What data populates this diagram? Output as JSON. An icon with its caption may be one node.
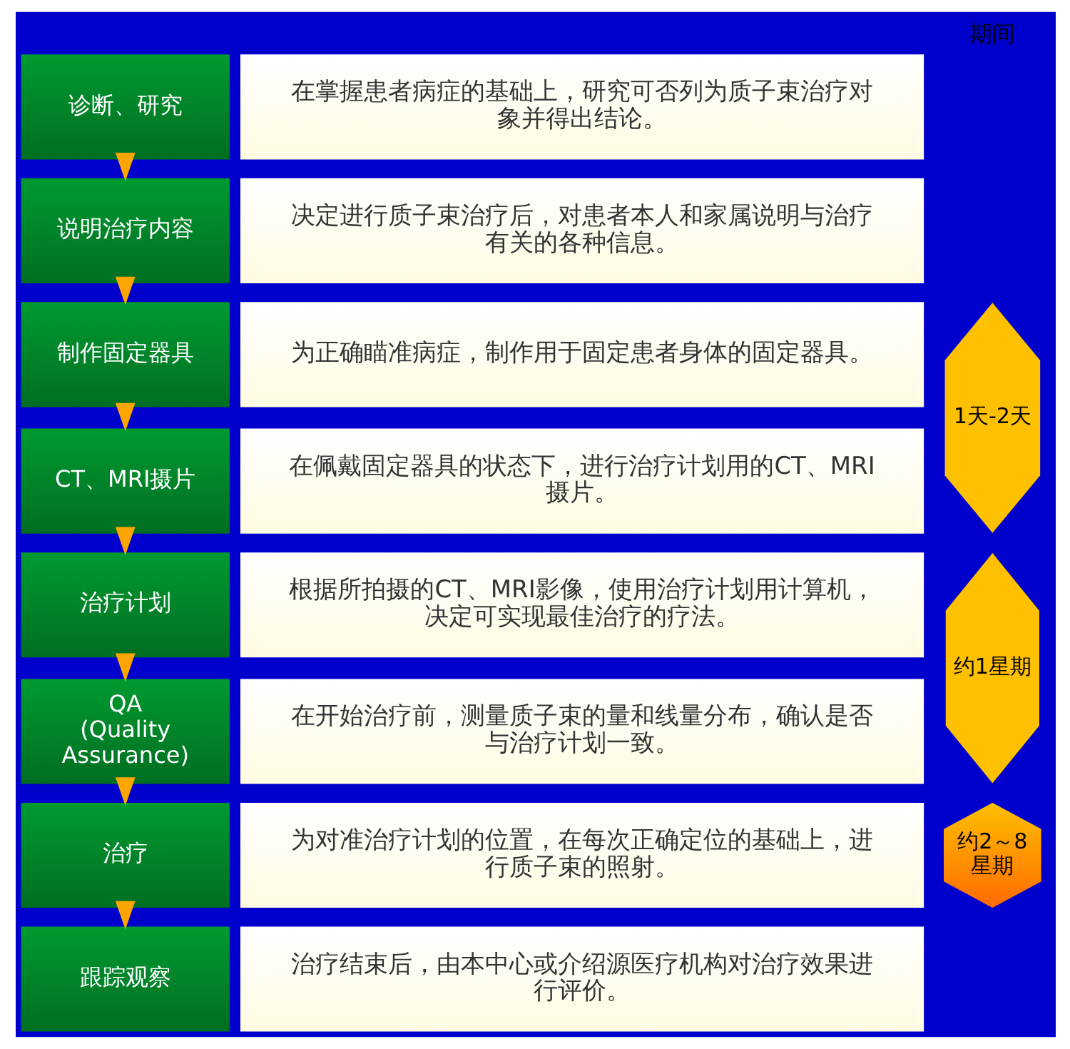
{
  "diagram": {
    "nodes": [
      {
        "text": [
          "诊断、研究"
        ]
      },
      {
        "text": [
          "在掌握患者病症的基础上，研究可否列为质子束治疗对象并得出结论。"
        ]
      },
      {
        "text": [
          "说明治疗内容"
        ]
      },
      {
        "text": [
          "决定进行质子束治疗后，对患者本人和家属说明与治疗有关的各种信息。"
        ]
      },
      {
        "text": [
          "制作固定器具"
        ]
      },
      {
        "text": [
          "为正确瞄准病症，制作用于固定患者身体的固定器具。"
        ]
      },
      {
        "text": [
          "CT、MRI摄片"
        ]
      },
      {
        "text": [
          "在佩戴固定器具的状态下，进行治疗计划用的CT、MRI摄片。"
        ]
      },
      {
        "text": [
          "治疗计划"
        ]
      },
      {
        "text": [
          "根据所拍摄的CT、MRI影像，使用治疗计划用计算机，决定可实现最佳治疗的疗法。"
        ]
      },
      {
        "text": [
          "QA (Quality Assurance)"
        ]
      },
      {
        "text": [
          "在开始治疗前，测量质子束的量和线量分布，确认是否与治疗计划一致。"
        ]
      },
      {
        "text": [
          "治疗"
        ]
      },
      {
        "text": [
          "为对准治疗计划的位置，在每次正确定位的基础上，进行质子束的照射。"
        ]
      },
      {
        "text": [
          "跟踪观察"
        ]
      },
      {
        "text": [
          "治疗结束后，由本中心或介绍源医疗机构对治疗效果进行评价。"
        ]
      },
      {
        "text": [
          "1天-2天"
        ]
      },
      {
        "text": [
          "约1星期"
        ]
      },
      {
        "text": [
          "约2～8星期"
        ]
      }
    ],
    "edges": [
      {
        "from": 0,
        "to": 2,
        "arrow": "to"
      },
      {
        "from": 2,
        "to": 4,
        "arrow": "to"
      },
      {
        "from": 4,
        "to": 6,
        "arrow": "to"
      },
      {
        "from": 6,
        "to": 8,
        "arrow": "to"
      },
      {
        "from": 8,
        "to": 10,
        "arrow": "to"
      },
      {
        "from": 10,
        "to": 12,
        "arrow": "to"
      },
      {
        "from": 12,
        "to": 14,
        "arrow": "to"
      }
    ],
    "labels": [
      "期间"
    ]
  }
}
